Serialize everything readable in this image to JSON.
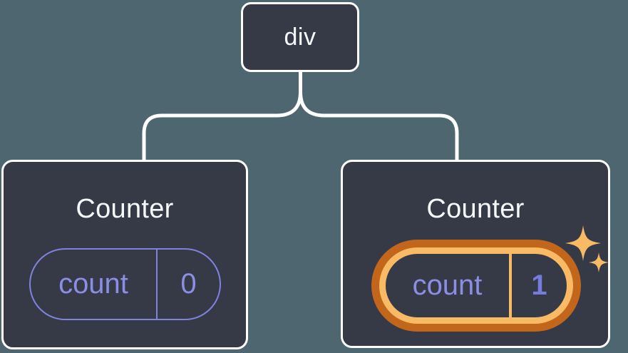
{
  "diagram": {
    "description": "Component tree with root div and two Counter children showing state pills",
    "root": {
      "label": "div"
    },
    "children": [
      {
        "title": "Counter",
        "state": {
          "name": "count",
          "value": "0"
        },
        "highlighted": false
      },
      {
        "title": "Counter",
        "state": {
          "name": "count",
          "value": "1"
        },
        "highlighted": true
      }
    ]
  },
  "icons": {
    "sparkles": "sparkles-icon"
  },
  "colors": {
    "background": "#4D666F",
    "node_fill": "#353A46",
    "node_border": "#FFFFFF",
    "node_text": "#F6F7F9",
    "connector": "#FFFFFF",
    "state_accent": "#8A8FE4",
    "state_border": "#7E84DB",
    "state_value_bold": "#767CDB",
    "highlight_ring_outer": "#C2661B",
    "highlight_ring_inner": "#F9BA66",
    "sparkle": "#F9BA66"
  }
}
